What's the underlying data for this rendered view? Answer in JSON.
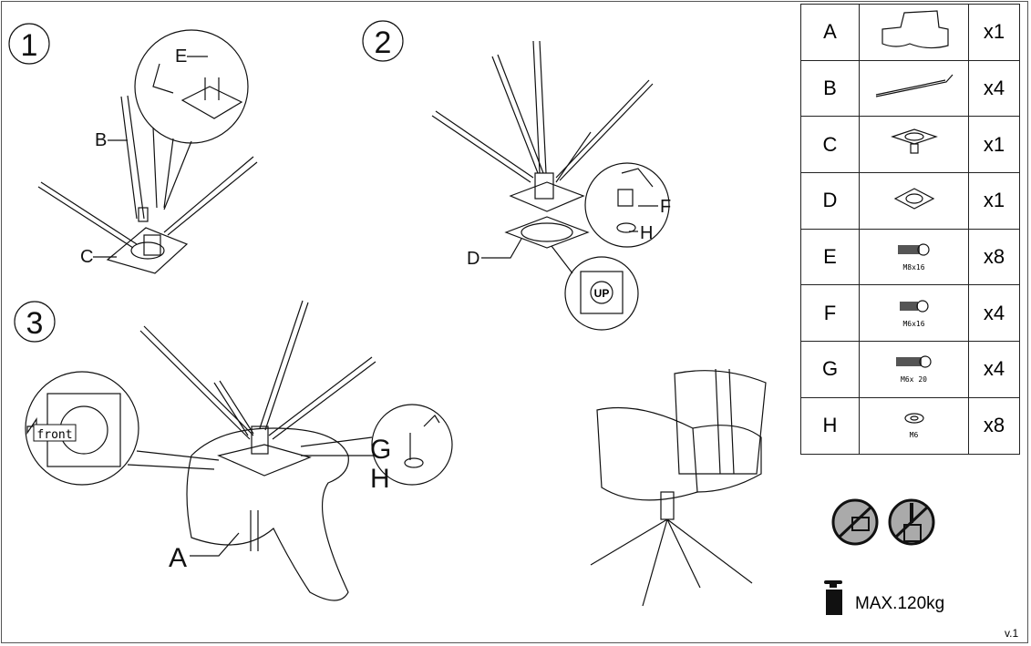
{
  "steps": [
    "1",
    "2",
    "3"
  ],
  "step1": {
    "callouts": [
      "B",
      "C",
      "E"
    ]
  },
  "step2": {
    "callouts": [
      "D",
      "F",
      "H"
    ],
    "up_label": "UP"
  },
  "step3": {
    "callouts": [
      "G",
      "H",
      "A"
    ],
    "front_label": "front"
  },
  "parts": [
    {
      "letter": "A",
      "qty": "x1",
      "size": "",
      "icon": "seat-icon"
    },
    {
      "letter": "B",
      "qty": "x4",
      "size": "",
      "icon": "leg-icon"
    },
    {
      "letter": "C",
      "qty": "x1",
      "size": "",
      "icon": "leg-bracket-icon"
    },
    {
      "letter": "D",
      "qty": "x1",
      "size": "",
      "icon": "swivel-plate-icon"
    },
    {
      "letter": "E",
      "qty": "x8",
      "size": "M8x16",
      "icon": "bolt-icon"
    },
    {
      "letter": "F",
      "qty": "x4",
      "size": "M6x16",
      "icon": "bolt-icon"
    },
    {
      "letter": "G",
      "qty": "x4",
      "size": "M6x 20",
      "icon": "bolt-icon"
    },
    {
      "letter": "H",
      "qty": "x8",
      "size": "M6",
      "icon": "washer-icon"
    }
  ],
  "warnings": {
    "max_load": "MAX.120kg"
  },
  "version": "v.1"
}
